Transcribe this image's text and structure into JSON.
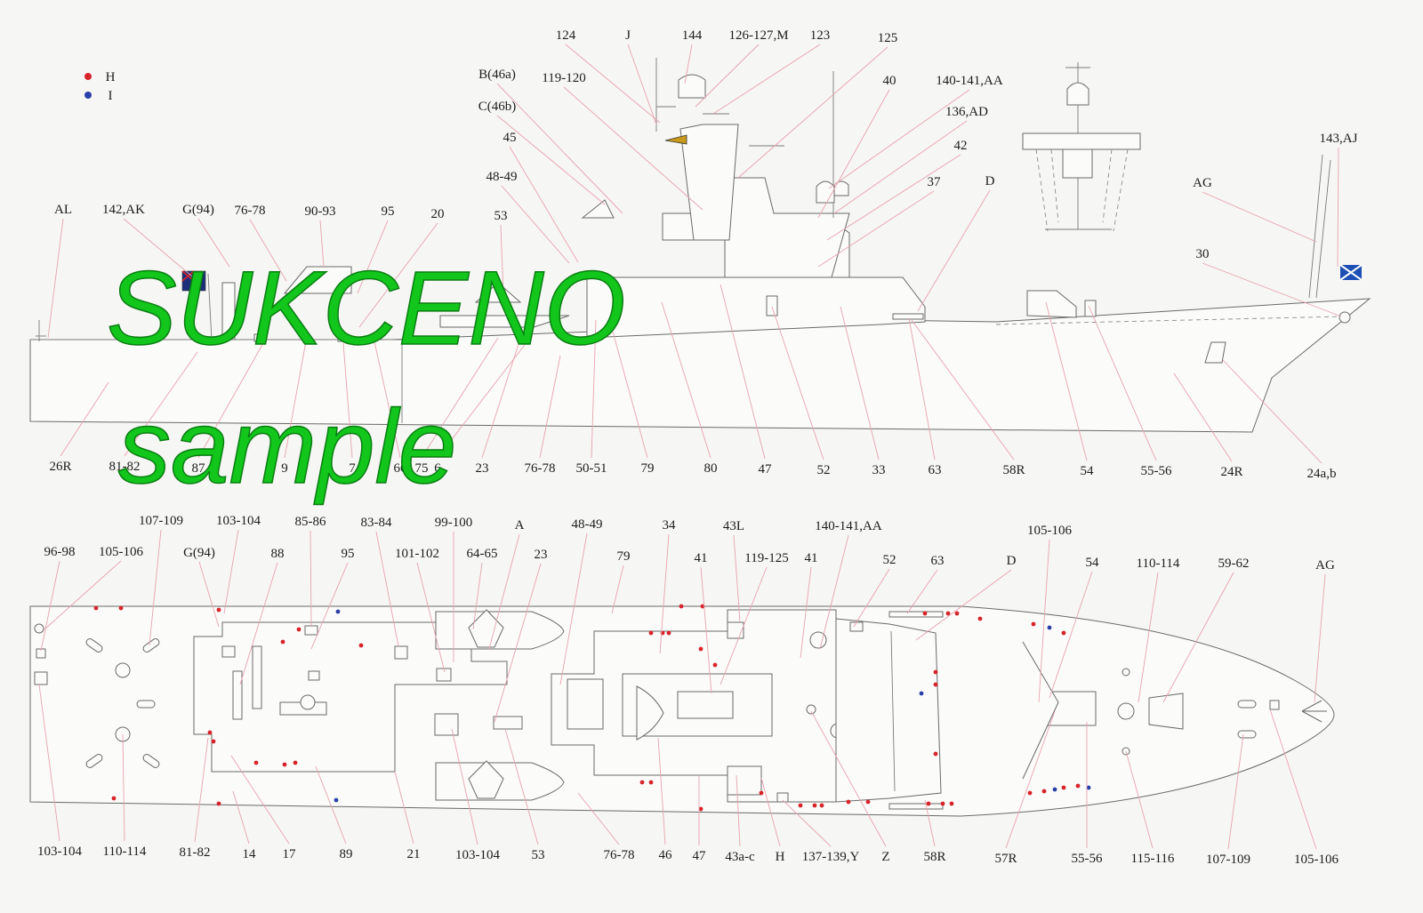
{
  "legend": [
    {
      "key": "H",
      "color": "#d8232a"
    },
    {
      "key": "I",
      "color": "#2a3fa8"
    }
  ],
  "watermark": {
    "line1": "SUKCENO",
    "line2": "sample",
    "color": "#12c61b"
  },
  "side_view": {
    "labels_top": [
      "124",
      "J",
      "144",
      "126-127,M",
      "123",
      "125",
      "B(46a)",
      "119-120",
      "40",
      "140-141,AA",
      "C(46b)",
      "136,AD",
      "45",
      "42",
      "48-49",
      "37",
      "D",
      "143,AJ",
      "AL",
      "142,AK",
      "G(94)",
      "76-78",
      "90-93",
      "95",
      "20",
      "53",
      "AG",
      "30"
    ],
    "labels_bottom": [
      "26R",
      "81-82",
      "87",
      "9",
      "7",
      "66",
      "75",
      "6",
      "23",
      "76-78",
      "50-51",
      "79",
      "80",
      "47",
      "52",
      "33",
      "63",
      "58R",
      "54",
      "55-56",
      "24R",
      "24a,b"
    ]
  },
  "plan_view": {
    "labels_top": [
      "107-109",
      "103-104",
      "85-86",
      "83-84",
      "99-100",
      "A",
      "48-49",
      "34",
      "43L",
      "140-141,AA",
      "105-106",
      "96-98",
      "105-106",
      "G(94)",
      "88",
      "95",
      "101-102",
      "64-65",
      "23",
      "79",
      "41",
      "119-125",
      "41",
      "52",
      "63",
      "D",
      "54",
      "110-114",
      "59-62",
      "AG"
    ],
    "labels_bottom": [
      "103-104",
      "110-114",
      "81-82",
      "14",
      "17",
      "89",
      "21",
      "103-104",
      "53",
      "76-78",
      "46",
      "47",
      "43a-c",
      "H",
      "137-139,Y",
      "Z",
      "58R",
      "57R",
      "55-56",
      "115-116",
      "107-109",
      "105-106"
    ]
  }
}
